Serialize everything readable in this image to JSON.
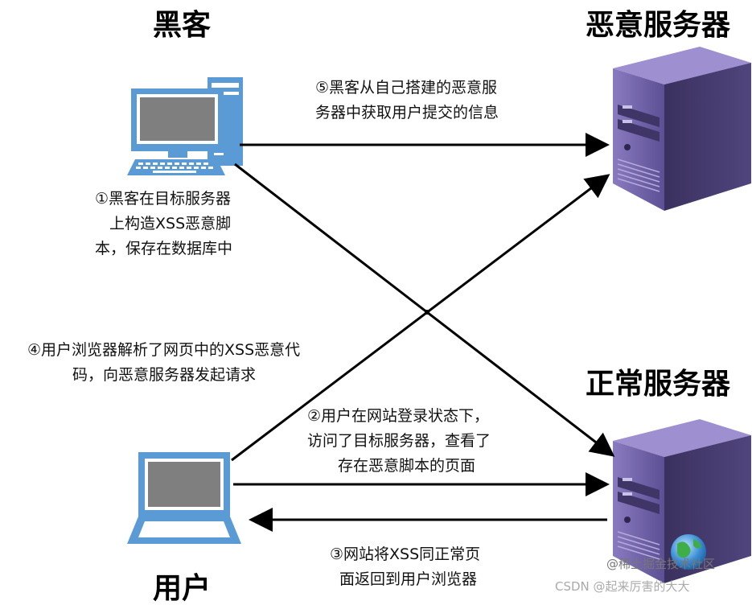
{
  "labels": {
    "hacker": "黑客",
    "malicious_server": "恶意服务器",
    "normal_server": "正常服务器",
    "user": "用户"
  },
  "steps": {
    "step1": [
      "①黑客在目标服务器",
      "上构造XSS恶意脚",
      "本，保存在数据库中"
    ],
    "step2": [
      "②用户在网站登录状态下，",
      "访问了目标服务器，查看了",
      "存在恶意脚本的页面"
    ],
    "step3": [
      "③网站将XSS同正常页",
      "面返回到用户浏览器"
    ],
    "step4": [
      "④用户浏览器解析了网页中的XSS恶意代",
      "码，向恶意服务器发起请求"
    ],
    "step5": [
      "⑤黑客从自己搭建的恶意服",
      "务器中获取用户提交的信息"
    ]
  },
  "watermark": {
    "text1": "@稀土掘金技术社区",
    "text2": "CSDN @起来厉害的大大"
  },
  "icons": {
    "hacker": "desktop-computer-icon",
    "user": "laptop-icon",
    "malicious_server": "server-tower-icon",
    "normal_server": "server-tower-icon",
    "globe": "globe-icon"
  },
  "colors": {
    "screen": "#5b9bd5",
    "screen_frame": "#ffffff",
    "server_body": "#6b5ba0",
    "server_dark": "#3f3566",
    "arrow": "#000000"
  }
}
